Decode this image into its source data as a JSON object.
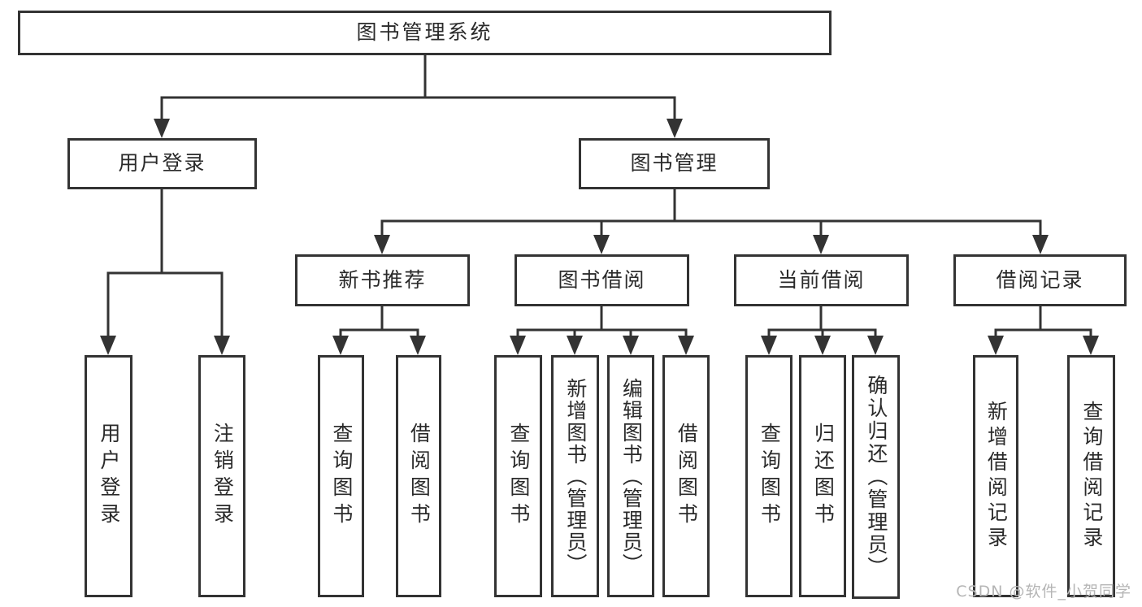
{
  "diagram": {
    "root": {
      "label": "图书管理系统"
    },
    "branches": [
      {
        "label": "用户登录",
        "children": [
          {
            "label": "用户登录"
          },
          {
            "label": "注销登录"
          }
        ]
      },
      {
        "label": "图书管理",
        "children": [
          {
            "label": "新书推荐",
            "children": [
              {
                "label": "查询图书"
              },
              {
                "label": "借阅图书"
              }
            ]
          },
          {
            "label": "图书借阅",
            "children": [
              {
                "label": "查询图书"
              },
              {
                "label": "新增图书（管理员）"
              },
              {
                "label": "编辑图书（管理员）"
              },
              {
                "label": "借阅图书"
              }
            ]
          },
          {
            "label": "当前借阅",
            "children": [
              {
                "label": "查询图书"
              },
              {
                "label": "归还图书"
              },
              {
                "label": "确认归还（管理员）"
              }
            ]
          },
          {
            "label": "借阅记录",
            "children": [
              {
                "label": "新增借阅记录"
              },
              {
                "label": "查询借阅记录"
              }
            ]
          }
        ]
      }
    ]
  },
  "watermark": {
    "text": "CSDN @软件_小贺同学"
  },
  "colors": {
    "line": "#333333",
    "text": "#2a2a2a",
    "box_background": "#ffffff",
    "page_background": "#ffffff",
    "watermark": "#b5b5b5"
  }
}
